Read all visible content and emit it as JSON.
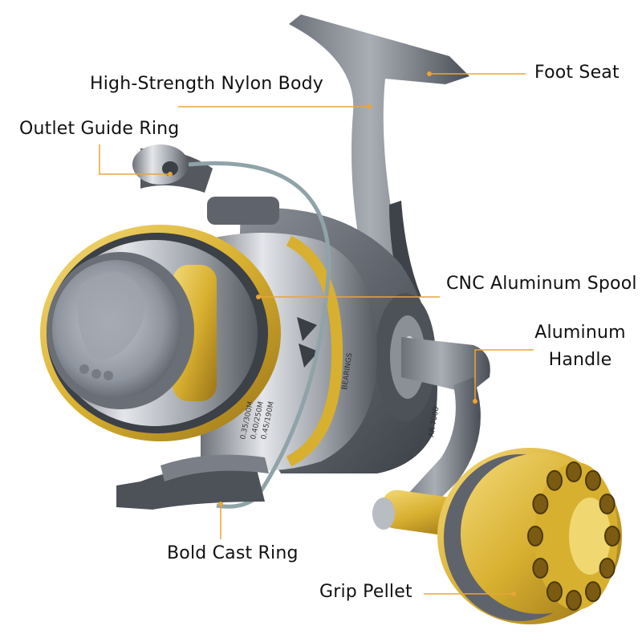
{
  "image": {
    "subject": "spinning fishing reel",
    "colors": {
      "body": "#5f636b",
      "metal_light": "#d4d6da",
      "metal_dark": "#3b3f46",
      "gold": "#d8b030",
      "gold_dark": "#9a7418",
      "leader_line": "#e8a53a"
    }
  },
  "labels": {
    "foot_seat": "Foot Seat",
    "nylon_body": "High-Strength Nylon Body",
    "outlet_guide_ring": "Outlet Guide Ring",
    "spool": "CNC Aluminum Spool",
    "handle_line1": "Aluminum",
    "handle_line2": "Handle",
    "cast_ring": "Bold Cast Ring",
    "grip": "Grip Pellet"
  },
  "product_text": {
    "bearings": "BEARINGS",
    "model": "AR 7000",
    "spool_capacity": [
      "0.35/300M",
      "0.40/250M",
      "0.45/190M"
    ]
  }
}
